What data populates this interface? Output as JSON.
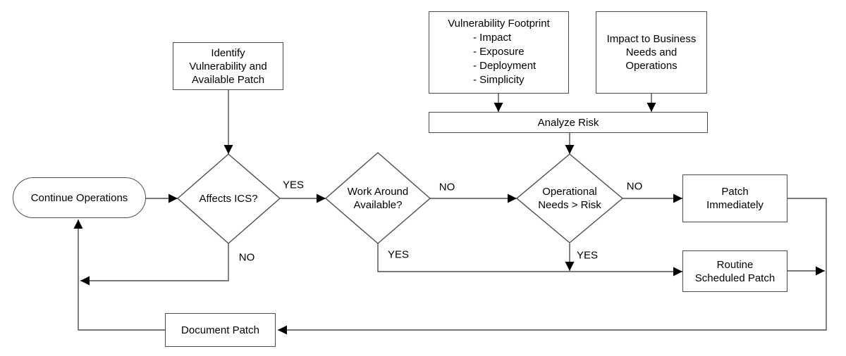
{
  "diagram_type": "flowchart",
  "colors": {
    "background": "#ffffff",
    "line_stroke": "#4d4d4d",
    "arrowhead": "#000000",
    "text": "#000000"
  },
  "nodes": {
    "identify": {
      "lines": [
        "Identify",
        "Vulnerability and",
        "Available Patch"
      ]
    },
    "vulnerability_footprint": {
      "title": "Vulnerability Footprint",
      "bullets": [
        "- Impact",
        "- Exposure",
        "- Deployment",
        "- Simplicity"
      ]
    },
    "impact_business": {
      "lines": [
        "Impact to Business",
        "Needs and",
        "Operations"
      ]
    },
    "analyze_risk": {
      "label": "Analyze Risk"
    },
    "continue_operations": {
      "label": "Continue Operations"
    },
    "affects_ics": {
      "label": "Affects ICS?"
    },
    "work_around": {
      "lines": [
        "Work Around",
        "Available?"
      ]
    },
    "operational_needs": {
      "lines": [
        "Operational",
        "Needs > Risk"
      ]
    },
    "patch_immediately": {
      "lines": [
        "Patch",
        "Immediately"
      ]
    },
    "routine_patch": {
      "lines": [
        "Routine",
        "Scheduled Patch"
      ]
    },
    "document_patch": {
      "label": "Document Patch"
    }
  },
  "edge_labels": {
    "affects_yes": "YES",
    "affects_no": "NO",
    "workaround_no": "NO",
    "workaround_yes": "YES",
    "operational_no": "NO",
    "operational_yes": "YES"
  }
}
